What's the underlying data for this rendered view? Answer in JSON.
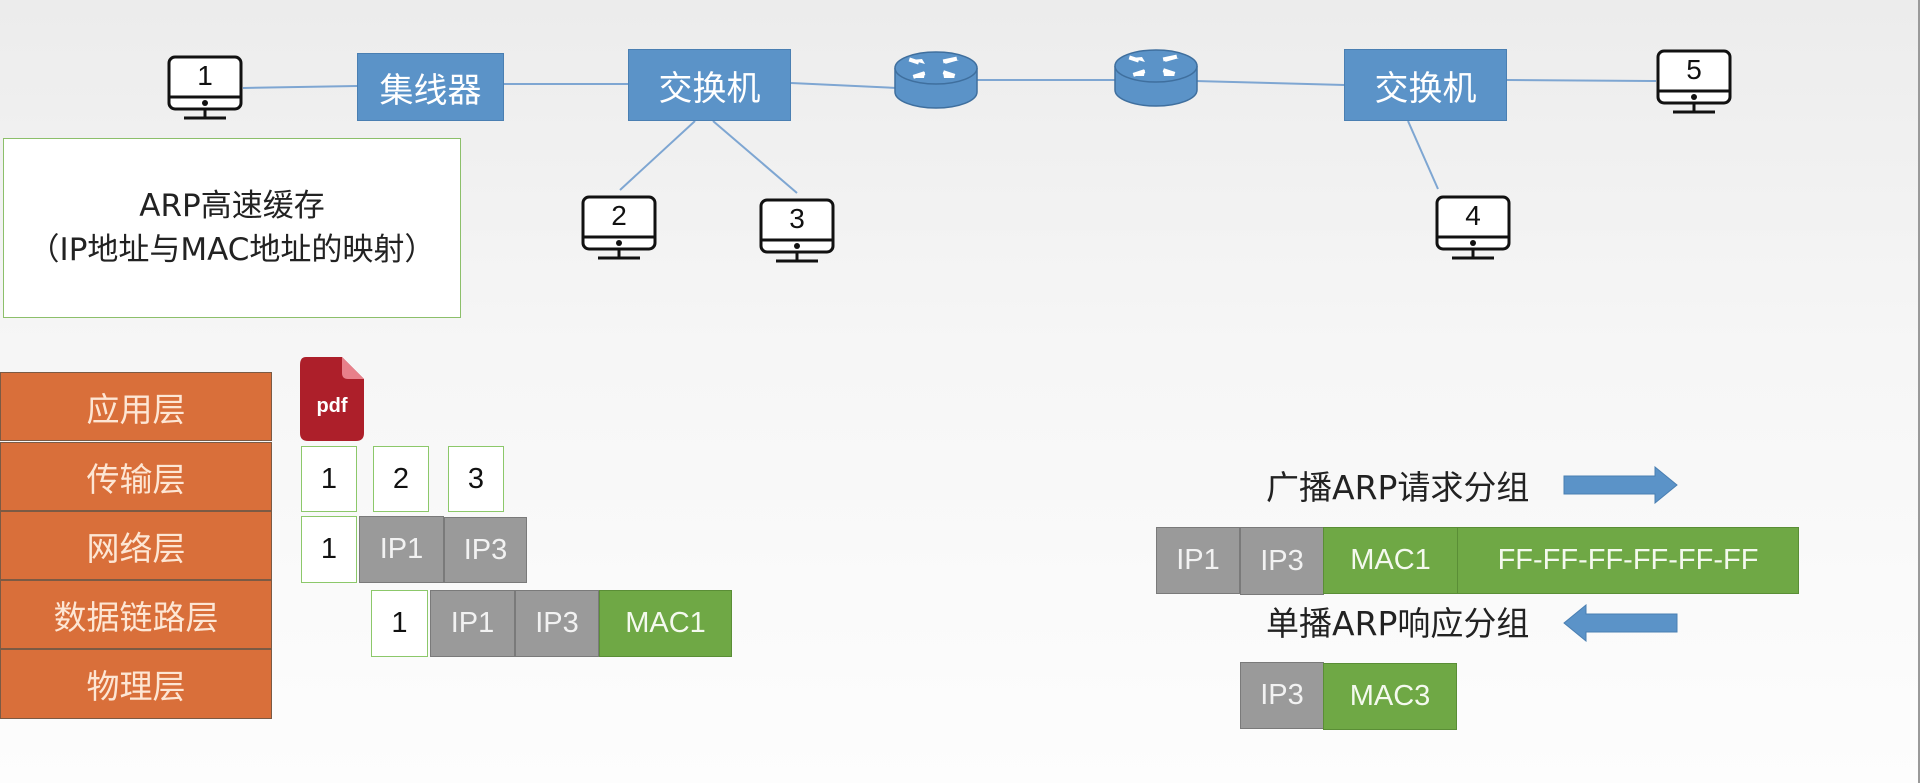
{
  "topology": {
    "hub_label": "集线器",
    "switch_left_label": "交换机",
    "switch_right_label": "交换机",
    "computers": [
      {
        "id": "1",
        "label": "1"
      },
      {
        "id": "2",
        "label": "2"
      },
      {
        "id": "3",
        "label": "3"
      },
      {
        "id": "4",
        "label": "4"
      },
      {
        "id": "5",
        "label": "5"
      }
    ],
    "routers": [
      "router-1",
      "router-2"
    ],
    "link_color": "#7ea6d2"
  },
  "arp_cache": {
    "line1": "ARP高速缓存",
    "line2": "（IP地址与MAC地址的映射）"
  },
  "layers": [
    {
      "label": "应用层"
    },
    {
      "label": "传输层"
    },
    {
      "label": "网络层"
    },
    {
      "label": "数据链路层"
    },
    {
      "label": "物理层"
    }
  ],
  "encapsulation": {
    "application": {
      "icon": "pdf-file-icon",
      "text": "pdf"
    },
    "transport_segments": [
      "1",
      "2",
      "3"
    ],
    "network_packet": [
      "1",
      "IP1",
      "IP3"
    ],
    "datalink_frame": [
      "1",
      "IP1",
      "IP3",
      "MAC1"
    ]
  },
  "arp": {
    "request_label": "广播ARP请求分组",
    "request_direction": "right",
    "request_packet": [
      "IP1",
      "IP3",
      "MAC1",
      "FF-FF-FF-FF-FF-FF"
    ],
    "reply_label": "单播ARP响应分组",
    "reply_direction": "left",
    "reply_packet": [
      "IP3",
      "MAC3"
    ]
  },
  "colors": {
    "device_blue": "#5b93c8",
    "layer_orange": "#d96f3a",
    "ip_gray": "#9a9a9a",
    "mac_green": "#6fa845",
    "pdf_red": "#ad1f2a",
    "border_green": "#8cc86a"
  }
}
